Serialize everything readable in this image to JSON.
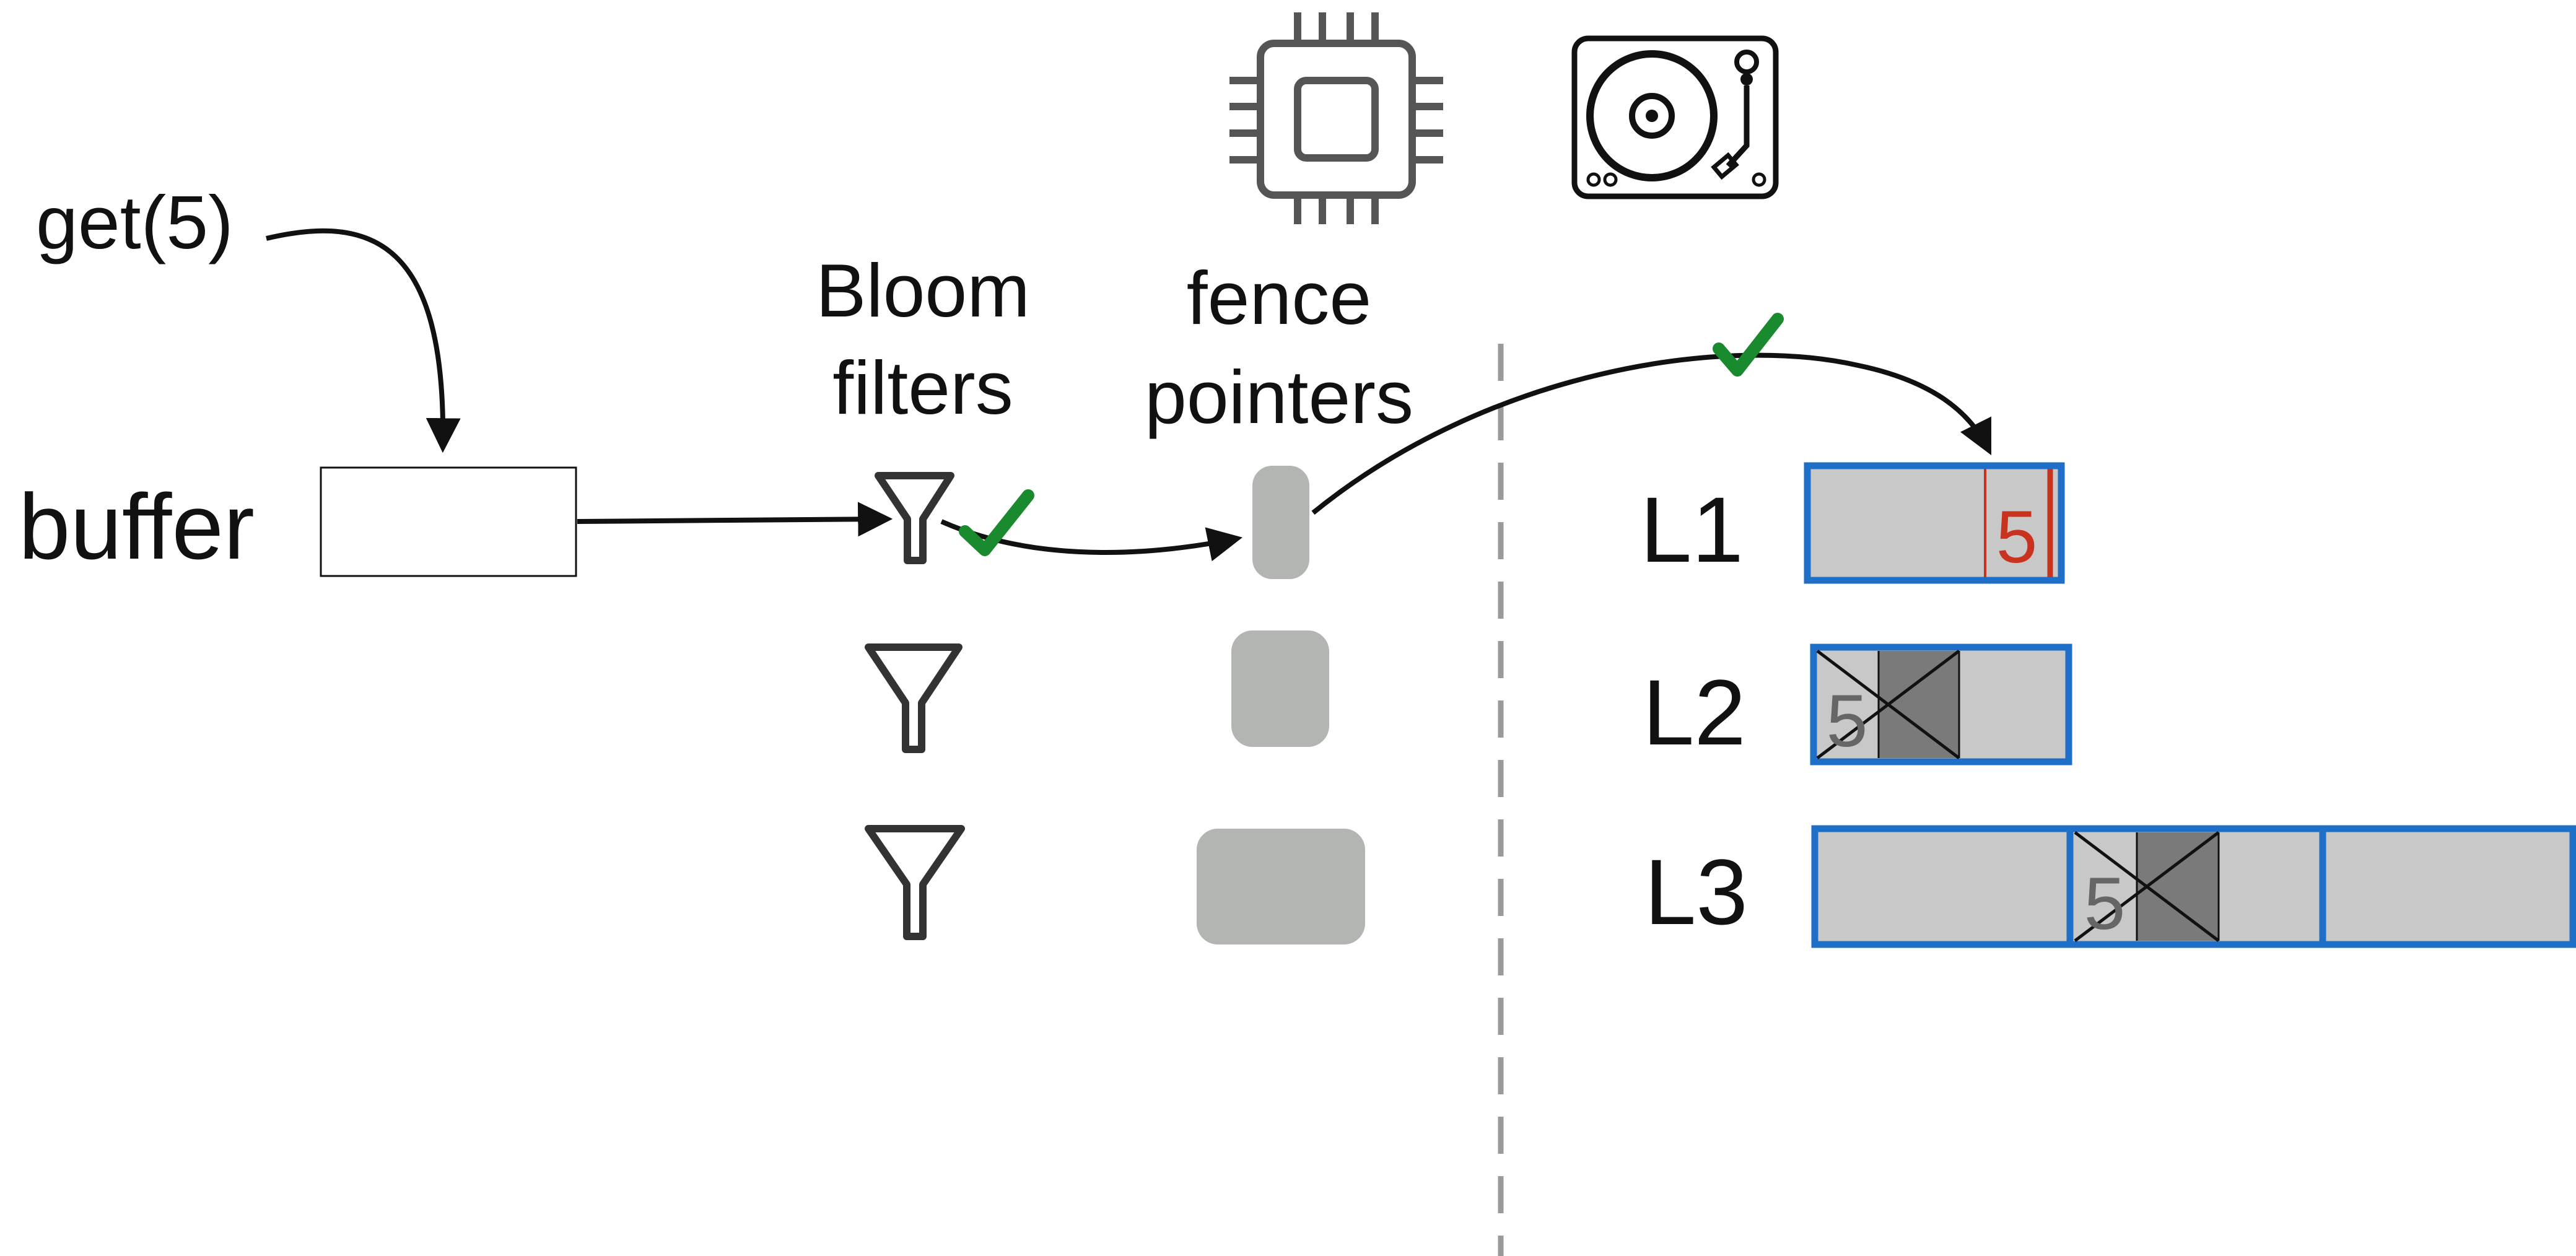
{
  "query": {
    "label": "get(5)"
  },
  "buffer": {
    "label": "buffer"
  },
  "headers": {
    "bloom_line1": "Bloom",
    "bloom_line2": "filters",
    "fence_line1": "fence",
    "fence_line2": "pointers"
  },
  "levels": [
    {
      "label": "L1",
      "marked_value": "5"
    },
    {
      "label": "L2",
      "crossed_value": "5"
    },
    {
      "label": "L3",
      "crossed_value": "5"
    }
  ],
  "icons": {
    "memory": "cpu-chip-icon",
    "storage": "disk-turntable-icon",
    "filter": "funnel-icon",
    "hit": "green-checkmark-icon"
  },
  "colors": {
    "ink": "#111111",
    "check_green": "#1a8a2e",
    "run_border": "#1f6fc8",
    "run_fill": "#c8c8c8",
    "run_dark": "#7a7a7a",
    "fence_fill": "#b3b5b2",
    "highlight_red": "#c8321e",
    "divider": "#9a9a9a"
  }
}
